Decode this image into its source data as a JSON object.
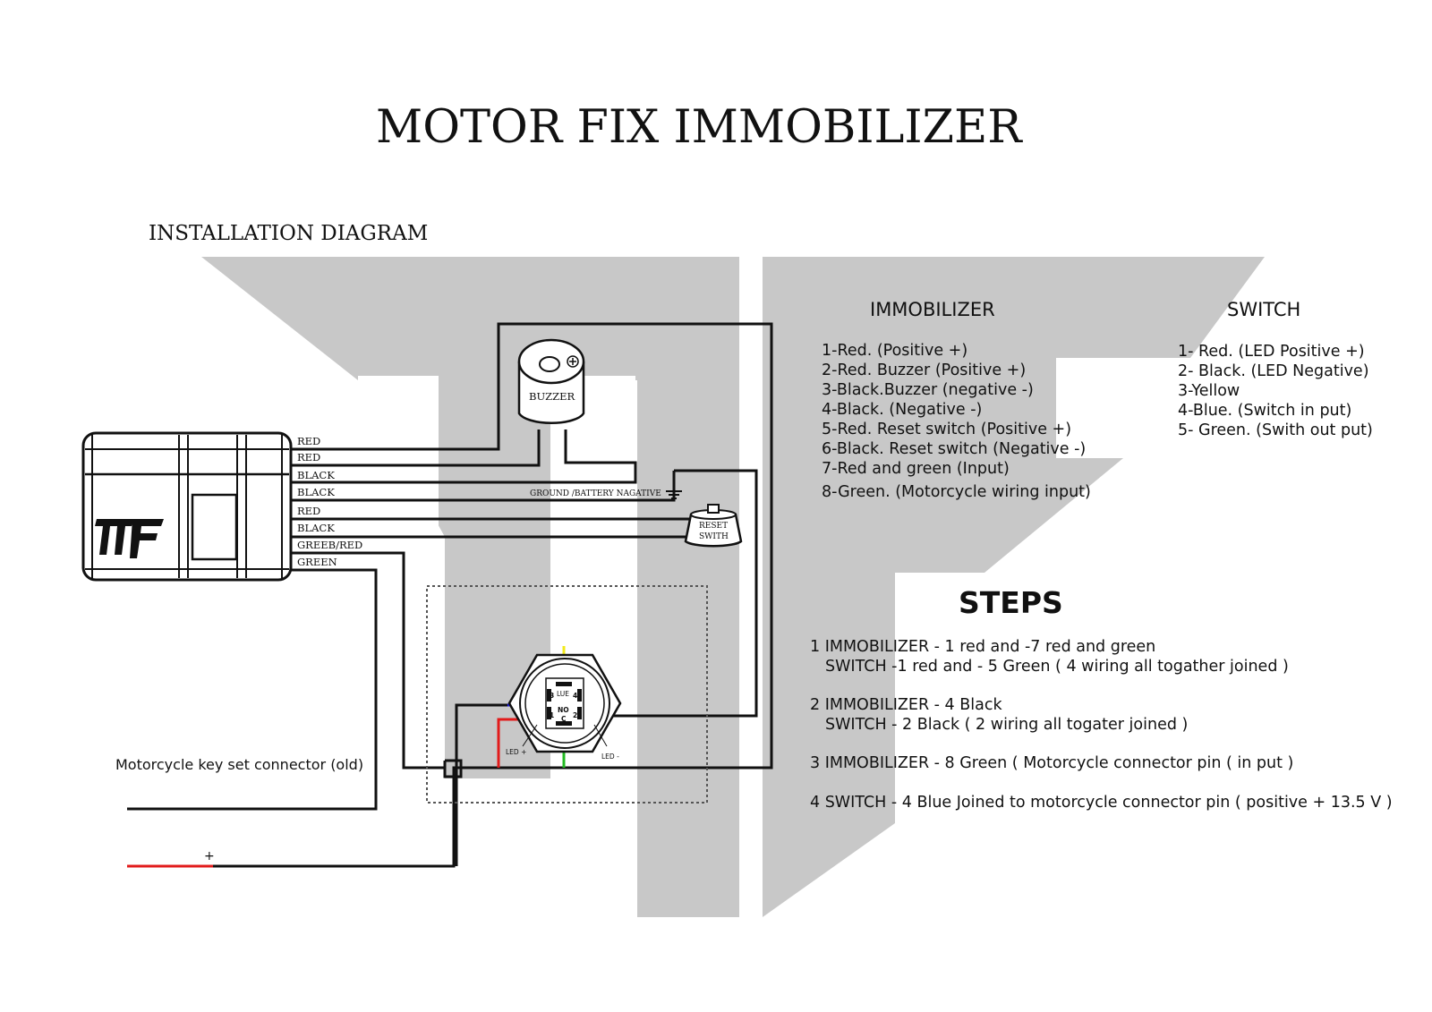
{
  "title": "MOTOR FIX IMMOBILIZER",
  "subtitle": "INSTALLATION DIAGRAM",
  "colors": {
    "watermark": "#c8c8c8",
    "wire": "#111111",
    "wire_red": "#e21b1b",
    "wire_blue": "#1a1ae6",
    "wire_green": "#22bb22",
    "wire_yellow": "#f2ea1a"
  },
  "module": {
    "logo": "MF logo"
  },
  "wires": {
    "labels": [
      "RED",
      "RED",
      "BLACK",
      "BLACK",
      "RED",
      "BLACK",
      "GREEB/RED",
      "GREEN"
    ]
  },
  "components": {
    "buzzer_label": "BUZZER",
    "ground_label": "GROUND /BATTERY NAGATIVE",
    "reset_label_1": "RESET",
    "reset_label_2": "SWITH",
    "led_plus": "LED +",
    "led_minus": "LED -",
    "switch_pins": {
      "p1": "1",
      "p2": "2",
      "p3": "3",
      "p4": "4",
      "p5": "5",
      "led": "LUE",
      "no": "NO",
      "c": "C"
    }
  },
  "connector": {
    "label": "Motorcycle key set connector (old)",
    "plus": "+"
  },
  "immobilizer": {
    "heading": "IMMOBILIZER",
    "items": [
      "1-Red. (Positive +)",
      "2-Red. Buzzer (Positive +)",
      "3-Black.Buzzer (negative -)",
      "4-Black. (Negative -)",
      "5-Red. Reset switch (Positive +)",
      "6-Black. Reset switch (Negative -)",
      "7-Red and green (Input)",
      "8-Green. (Motorcycle wiring input)"
    ]
  },
  "switch": {
    "heading": "SWITCH",
    "items": [
      "1- Red. (LED Positive +)",
      "2- Black. (LED Negative)",
      "3-Yellow",
      "4-Blue. (Switch in put)",
      "5- Green. (Swith out put)"
    ]
  },
  "steps": {
    "heading": "STEPS",
    "lines": [
      "1  IMMOBILIZER - 1 red and -7 red and green",
      "SWITCH -1 red and - 5 Green ( 4 wiring all togather joined )",
      "2  IMMOBILIZER - 4 Black",
      "SWITCH - 2 Black ( 2 wiring all togater joined )",
      "3  IMMOBILIZER - 8 Green ( Motorcycle connector pin ( in put )",
      "4 SWITCH - 4 Blue  Joined to motorcycle connector pin  ( positive + 13.5 V )"
    ]
  }
}
